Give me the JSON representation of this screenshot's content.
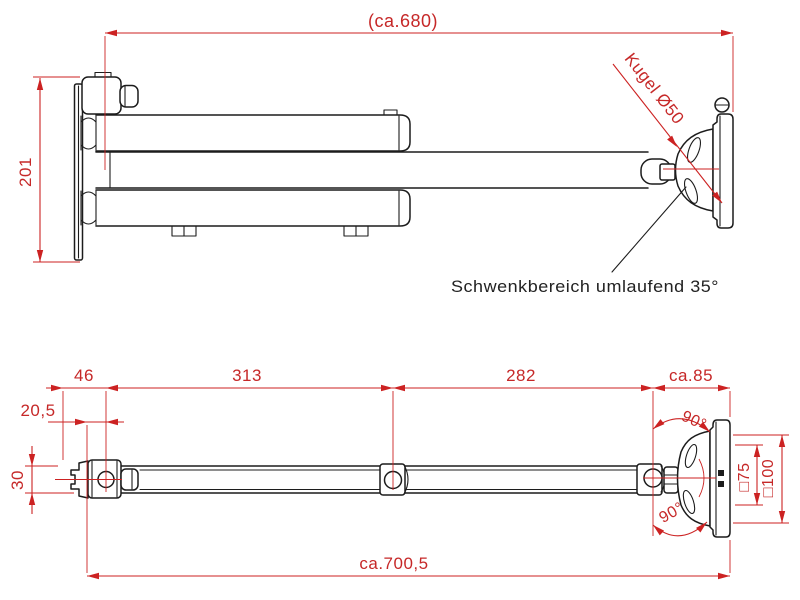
{
  "colors": {
    "dimension_red": "#cc2222",
    "outline_black": "#1c1c1c",
    "background": "#ffffff"
  },
  "top_view": {
    "dim_overall_width": "(ca.680)",
    "dim_plate_height": "201",
    "label_ball_diameter": "Kugel Ø50",
    "note_swivel_range": "Schwenkbereich umlaufend 35°"
  },
  "bottom_view": {
    "dim_segment_1": "46",
    "dim_segment_2": "313",
    "dim_segment_3": "282",
    "dim_segment_4": "ca.85",
    "dim_pivot_offset": "20,5",
    "dim_arm_height": "30",
    "dim_tilt_up": "90°",
    "dim_tilt_down": "90°",
    "dim_hole_pattern_75": "□75",
    "dim_hole_pattern_100": "□100",
    "dim_overall_length": "ca.700,5"
  }
}
